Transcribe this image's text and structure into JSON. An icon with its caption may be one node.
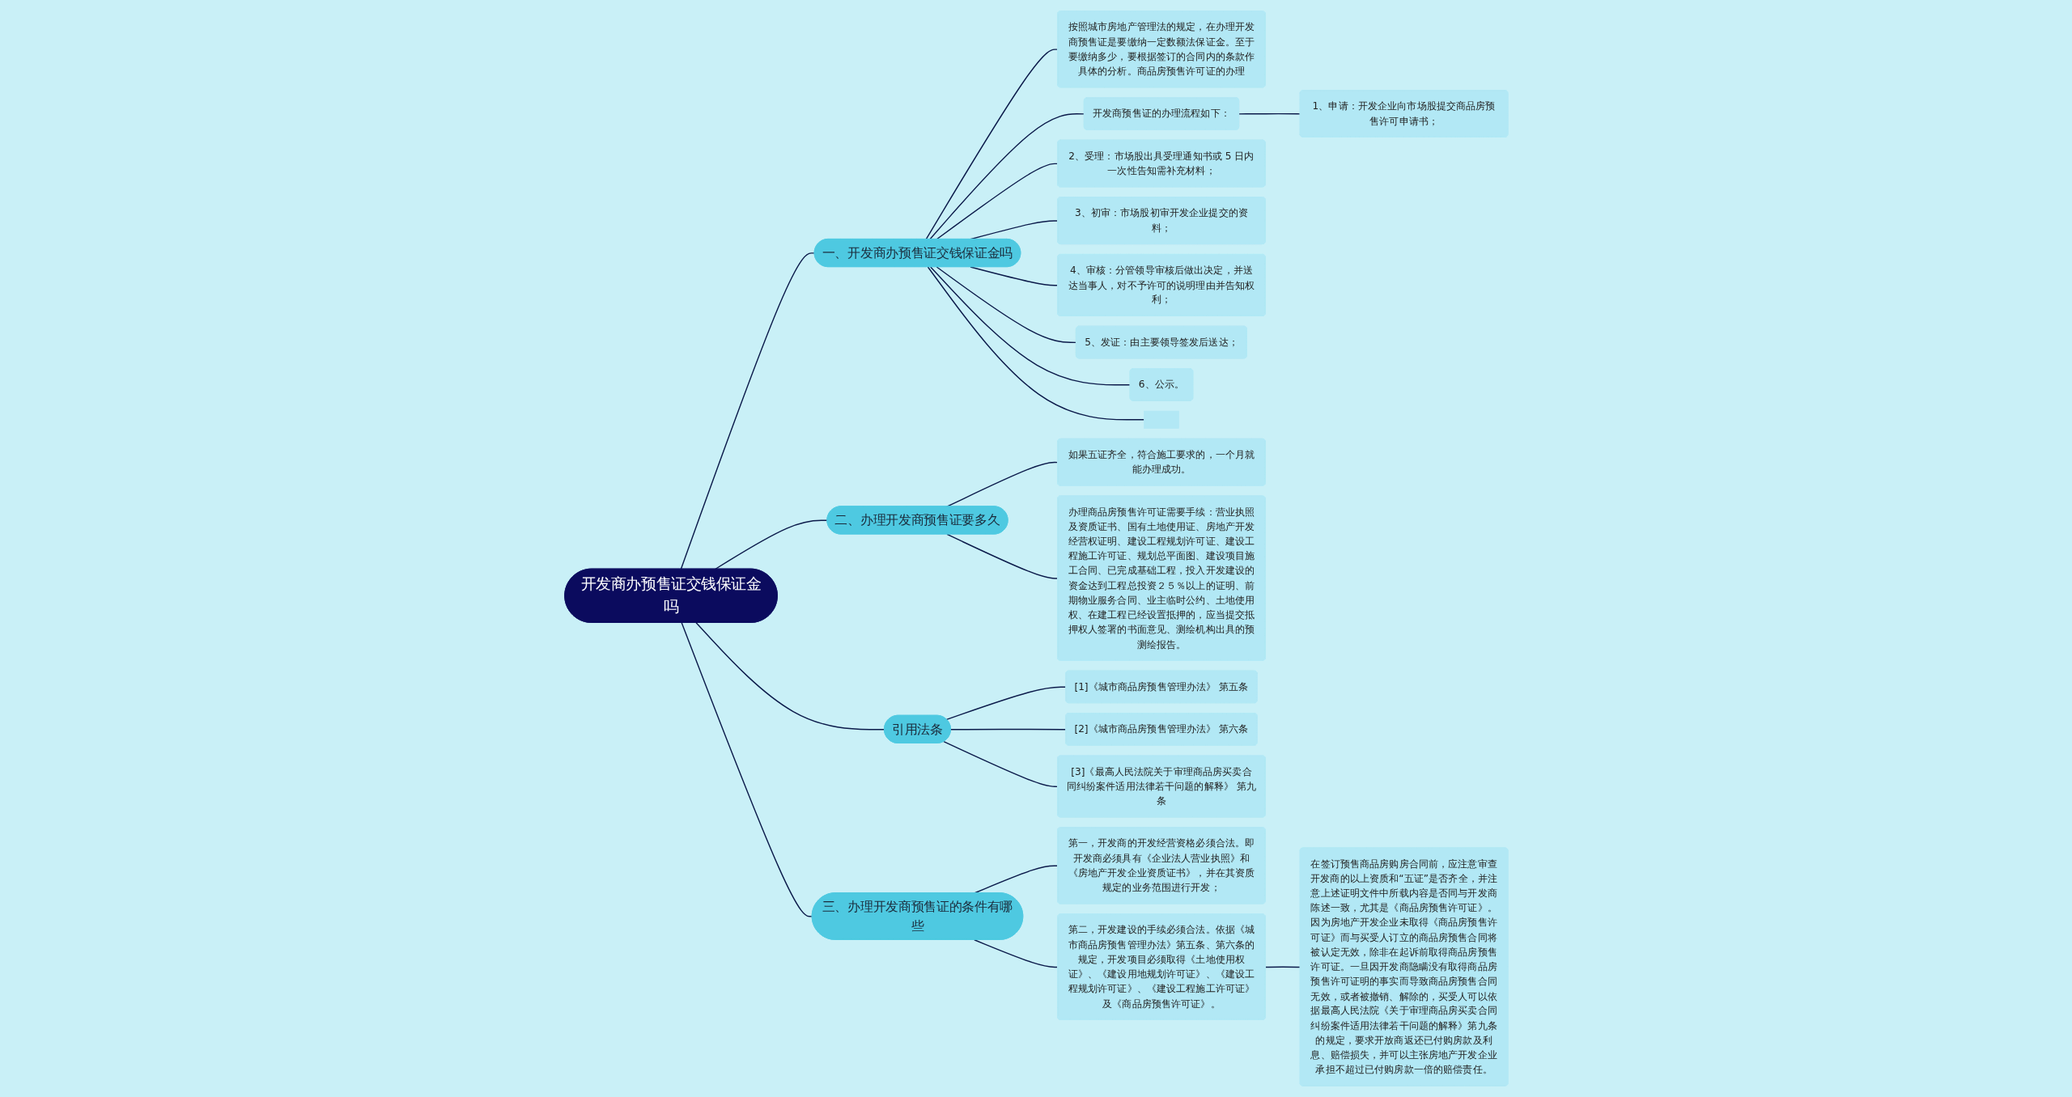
{
  "diagram": {
    "nodes": [
      {
        "text": [
          "开发商办预售证交钱保证金吗"
        ]
      },
      {
        "text": [
          "一、开发商办预售证交钱保证金吗"
        ]
      },
      {
        "text": [
          "按照城市房地产管理法的规定，在办理开发商预售证是要缴纳一定数额法保证金。至于要缴纳多少，要根据签订的合同内的条款作具体的分析。商品房预售许可证的办理"
        ]
      },
      {
        "text": [
          "开发商预售证的办理流程如下："
        ]
      },
      {
        "text": [
          "1、申请：开发企业向市场股提交商品房预售许可申请书；"
        ]
      },
      {
        "text": [
          "2、受理：市场股出具受理通知书或 5 日内一次性告知需补充材料；"
        ]
      },
      {
        "text": [
          "3、初审：市场股初审开发企业提交的资料；"
        ]
      },
      {
        "text": [
          "4、审核：分管领导审核后做出决定，并送达当事人，对不予许可的说明理由并告知权利；"
        ]
      },
      {
        "text": [
          "5、发证：由主要领导签发后送达；"
        ]
      },
      {
        "text": [
          "6、公示。"
        ]
      },
      {
        "text": [],
        "shape": "box"
      },
      {
        "text": [
          "二、办理开发商预售证要多久"
        ]
      },
      {
        "text": [
          "如果五证齐全，符合施工要求的，一个月就能办理成功。"
        ]
      },
      {
        "text": [
          "办理商品房预售许可证需要手续：营业执照及资质证书、国有土地使用证、房地产开发经营权证明、建设工程规划许可证、建设工程施工许可证、规划总平面图、建设项目施工合同、已完成基础工程，投入开发建设的资金达到工程总投资２５％以上的证明、前期物业服务合同、业主临时公约、土地使用权、在建工程已经设置抵押的，应当提交抵押权人签署的书面意见、测绘机构出具的预测绘报告。"
        ]
      },
      {
        "text": [
          "引用法条"
        ]
      },
      {
        "text": [
          "[1]《城市商品房预售管理办法》 第五条"
        ]
      },
      {
        "text": [
          "[2]《城市商品房预售管理办法》 第六条"
        ]
      },
      {
        "text": [
          "[3]《最高人民法院关于审理商品房买卖合同纠纷案件适用法律若干问题的解释》 第九条"
        ]
      },
      {
        "text": [
          "三、办理开发商预售证的条件有哪些"
        ]
      },
      {
        "text": [
          "第一，开发商的开发经营资格必须合法。即开发商必须具有《企业法人营业执照》和《房地产开发企业资质证书》，并在其资质规定的业务范围进行开发；"
        ]
      },
      {
        "text": [
          "第二，开发建设的手续必须合法。依据《城市商品房预售管理办法》第五条、第六条的规定，开发项目必须取得《土地使用权证》、《建设用地规划许可证》、《建设工程规划许可证》、《建设工程施工许可证》及《商品房预售许可证》。"
        ]
      },
      {
        "text": [
          "在签订预售商品房购房合同前，应注意审查开发商的以上资质和“五证”是否齐全，并注意上述证明文件中所载内容是否同与开发商陈述一致，尤其是《商品房预售许可证》。因为房地产开发企业未取得《商品房预售许可证》而与买受人订立的商品房预售合同将被认定无效，除非在起诉前取得商品房预售许可证。一旦因开发商隐瞒没有取得商品房预售许可证明的事实而导致商品房预售合同无效，或者被撤销、解除的，买受人可以依据最高人民法院《关于审理商品房买卖合同纠纷案件适用法律若干问题的解释》第九条的规定，要求开放商返还已付购房款及利息、赔偿损失，并可以主张房地产开发企业承担不超过已付购房款一倍的赔偿责任。"
        ]
      }
    ],
    "edges": [
      {
        "from": 0,
        "to": 1,
        "arrow": "none"
      },
      {
        "from": 1,
        "to": 2,
        "arrow": "none"
      },
      {
        "from": 1,
        "to": 3,
        "arrow": "none"
      },
      {
        "from": 3,
        "to": 4,
        "arrow": "none"
      },
      {
        "from": 1,
        "to": 5,
        "arrow": "none"
      },
      {
        "from": 1,
        "to": 6,
        "arrow": "none"
      },
      {
        "from": 1,
        "to": 7,
        "arrow": "none"
      },
      {
        "from": 1,
        "to": 8,
        "arrow": "none"
      },
      {
        "from": 1,
        "to": 9,
        "arrow": "none"
      },
      {
        "from": 1,
        "to": 10,
        "arrow": "none"
      },
      {
        "from": 0,
        "to": 11,
        "arrow": "none"
      },
      {
        "from": 11,
        "to": 12,
        "arrow": "none"
      },
      {
        "from": 11,
        "to": 13,
        "arrow": "none"
      },
      {
        "from": 0,
        "to": 14,
        "arrow": "none"
      },
      {
        "from": 14,
        "to": 15,
        "arrow": "none"
      },
      {
        "from": 14,
        "to": 16,
        "arrow": "none"
      },
      {
        "from": 14,
        "to": 17,
        "arrow": "none"
      },
      {
        "from": 0,
        "to": 18,
        "arrow": "none"
      },
      {
        "from": 18,
        "to": 19,
        "arrow": "none"
      },
      {
        "from": 18,
        "to": 20,
        "arrow": "none"
      },
      {
        "from": 20,
        "to": 21,
        "arrow": "none"
      }
    ]
  }
}
